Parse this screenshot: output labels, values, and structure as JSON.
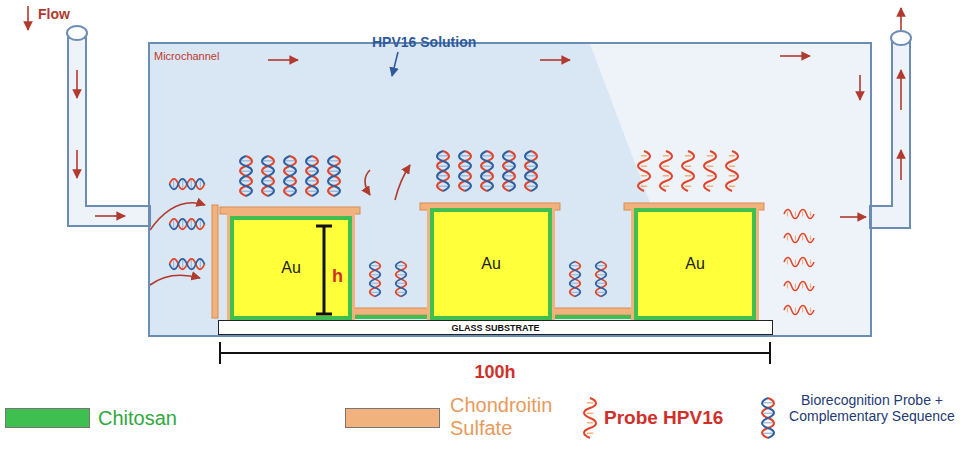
{
  "diagram": {
    "nodes": [
      {
        "text": [
          "Microchannel"
        ]
      },
      {
        "text": [
          "Au"
        ],
        "in": 0
      },
      {
        "text": [
          "Au"
        ],
        "in": 0
      },
      {
        "text": [
          "Au"
        ],
        "in": 0
      },
      {
        "text": [
          "GLASS SUBSTRATE"
        ],
        "in": 0
      }
    ],
    "labels": [
      "Flow",
      "HPV16 Solution",
      "h",
      "100h"
    ],
    "legend": [
      {
        "text": "Chitosan",
        "color": "#3fbf4f"
      },
      {
        "text": "Chondroitin Sulfate",
        "color": "#f2b27e"
      },
      {
        "text": "Probe HPV16"
      },
      {
        "text": "Biorecognition Probe + Complementary Sequence"
      }
    ]
  }
}
